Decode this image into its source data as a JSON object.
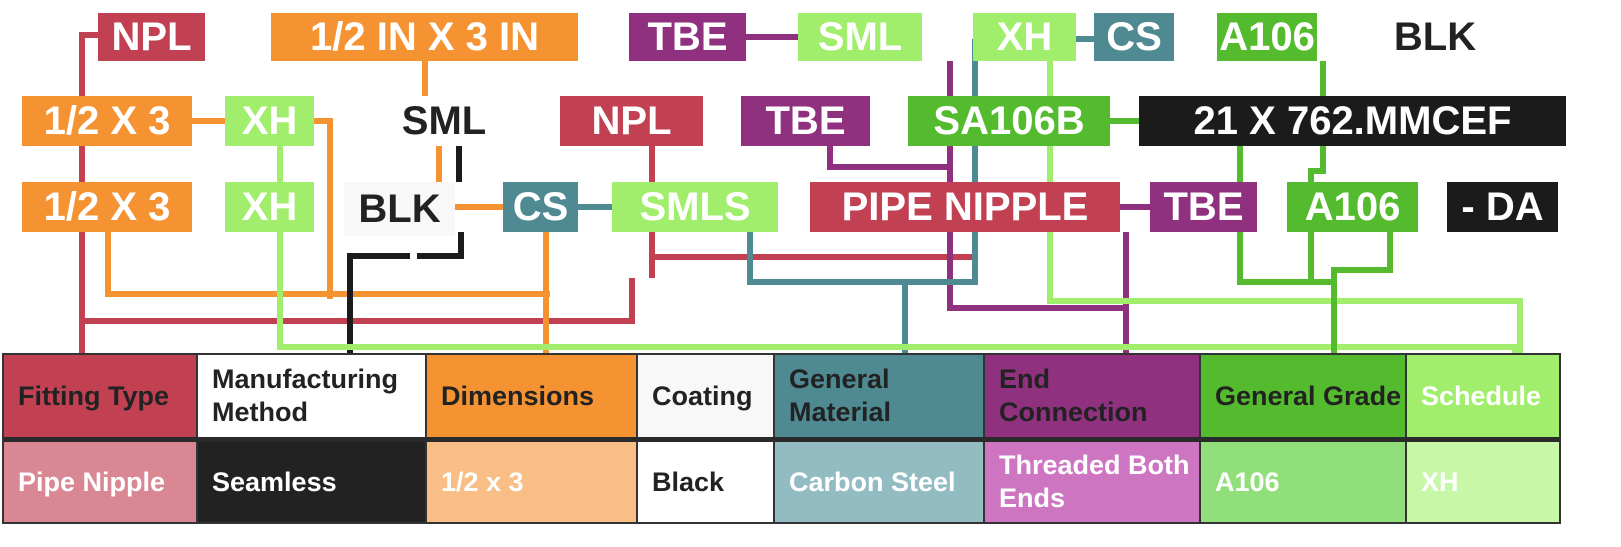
{
  "colors": {
    "fitting_type": "#c14153",
    "manufacturing_method": "#1b1b1b",
    "dimensions": "#f59231",
    "coating": "#f8f8f8",
    "general_material": "#4f8a92",
    "end_connection": "#903180",
    "general_grade": "#55bb2e",
    "schedule": "#a0ee6b",
    "fitting_type_value_bg": "#d98893",
    "dimensions_value_bg": "#f8be86",
    "general_material_value_bg": "#92bcc1",
    "end_connection_value_bg": "#cd75c1",
    "general_grade_value_bg": "#91df7a",
    "schedule_value_bg": "#c8f7a8"
  },
  "tags": {
    "row1": [
      {
        "text": "NPL",
        "category": "fitting_type"
      },
      {
        "text": "1/2 IN X 3 IN",
        "category": "dimensions"
      },
      {
        "text": "TBE",
        "category": "end_connection"
      },
      {
        "text": "SML",
        "category": "schedule"
      },
      {
        "text": "XH",
        "category": "schedule"
      },
      {
        "text": "CS",
        "category": "general_material"
      },
      {
        "text": "A106",
        "category": "general_grade"
      },
      {
        "text": "BLK",
        "category": "coating"
      }
    ],
    "row2": [
      {
        "text": "1/2 X 3",
        "category": "dimensions"
      },
      {
        "text": "XH",
        "category": "schedule"
      },
      {
        "text": "SML",
        "category": "manufacturing_method"
      },
      {
        "text": "NPL",
        "category": "fitting_type"
      },
      {
        "text": "TBE",
        "category": "end_connection"
      },
      {
        "text": "SA106B",
        "category": "general_grade"
      },
      {
        "text": "21 X 762.MMCEF",
        "category": "unmatched"
      }
    ],
    "row3": [
      {
        "text": "1/2 X 3",
        "category": "dimensions"
      },
      {
        "text": "XH",
        "category": "schedule"
      },
      {
        "text": "BLK",
        "category": "coating"
      },
      {
        "text": "CS",
        "category": "general_material"
      },
      {
        "text": "SMLS",
        "category": "schedule"
      },
      {
        "text": "PIPE NIPPLE",
        "category": "fitting_type"
      },
      {
        "text": "TBE",
        "category": "end_connection"
      },
      {
        "text": "A106",
        "category": "general_grade"
      },
      {
        "text": "- DA",
        "category": "unmatched"
      }
    ]
  },
  "table": {
    "headers": [
      "Fitting Type",
      "Manufacturing Method",
      "Dimensions",
      "Coating",
      "General Material",
      "End Connection",
      "General Grade",
      "Schedule"
    ],
    "values": [
      "Pipe Nipple",
      "Seamless",
      "1/2 x 3",
      "Black",
      "Carbon Steel",
      "Threaded Both Ends",
      "A106",
      "XH"
    ]
  }
}
